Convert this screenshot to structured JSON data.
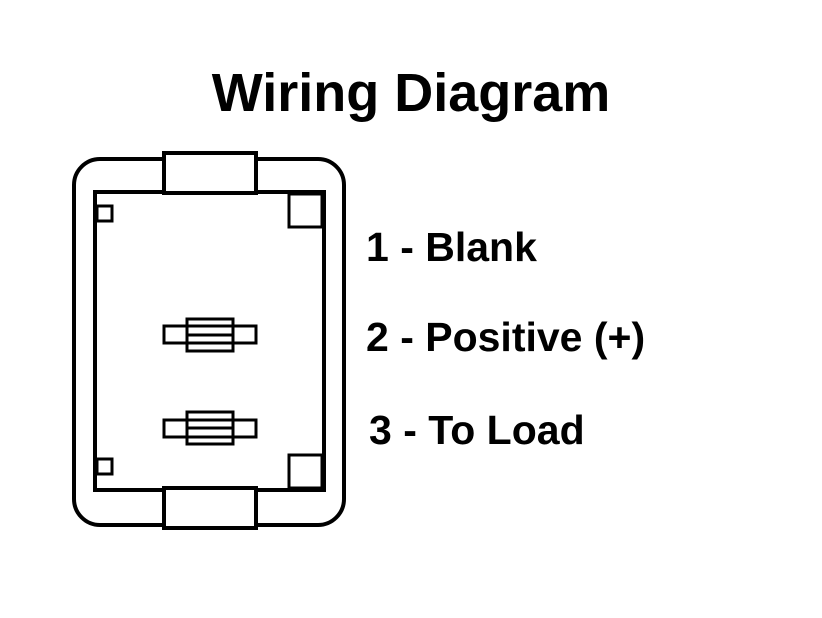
{
  "title": "Wiring Diagram",
  "terminals": [
    {
      "label": "1 - Blank"
    },
    {
      "label": "2 - Positive (+)"
    },
    {
      "label": "3 - To Load"
    }
  ],
  "colors": {
    "line": "#000000",
    "background": "#ffffff"
  }
}
